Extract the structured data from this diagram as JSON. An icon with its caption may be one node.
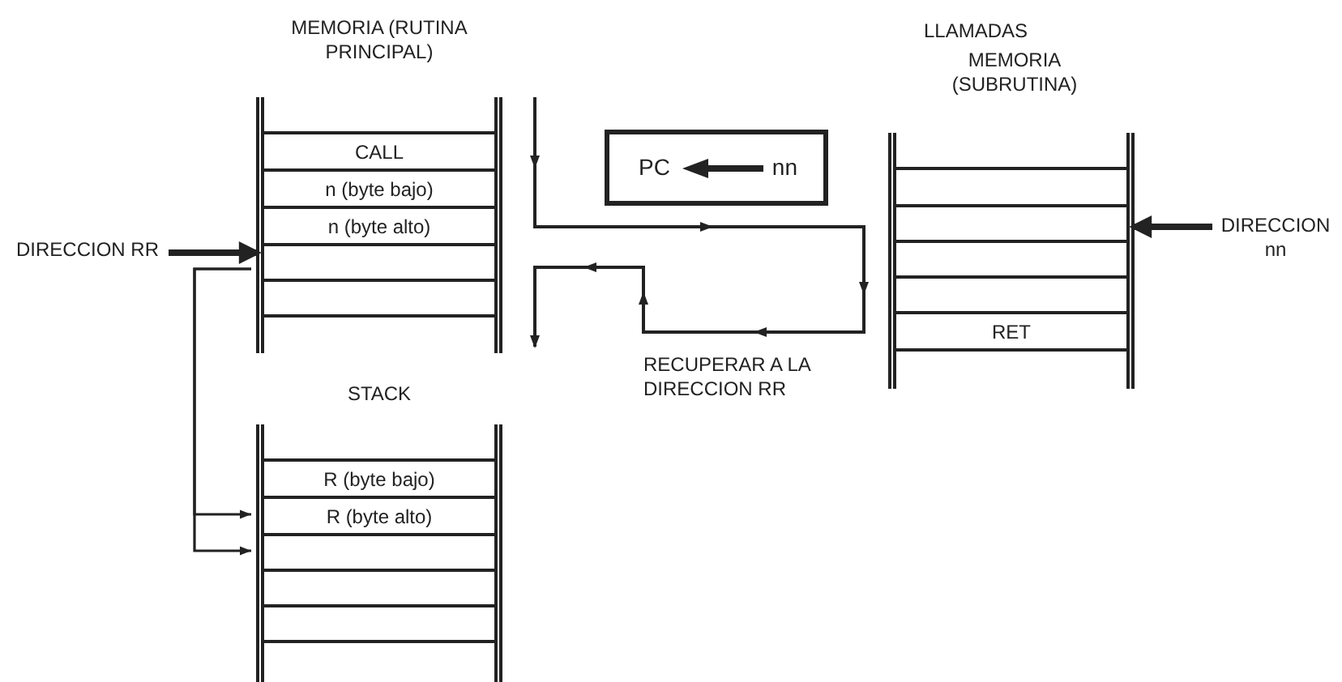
{
  "diagram": {
    "nodes": [
      {
        "text": [
          "MEMORIA (RUTINA PRINCIPAL)"
        ]
      },
      {
        "text": [
          "CALL"
        ],
        "in": 0
      },
      {
        "text": [
          "n (byte bajo)"
        ],
        "in": 0
      },
      {
        "text": [
          "n (byte alto)"
        ],
        "in": 0
      },
      {
        "text": [],
        "shape": "box",
        "in": 0
      },
      {
        "text": [],
        "shape": "box",
        "in": 0
      },
      {
        "text": [
          "PC",
          "nn"
        ]
      },
      {
        "text": [
          "MEMORIA (SUBRUTINA)"
        ]
      },
      {
        "text": [],
        "shape": "box",
        "in": 7
      },
      {
        "text": [],
        "shape": "box",
        "in": 7
      },
      {
        "text": [],
        "shape": "box",
        "in": 7
      },
      {
        "text": [],
        "shape": "box",
        "in": 7
      },
      {
        "text": [
          "RET"
        ],
        "in": 7
      },
      {
        "text": [
          "STACK"
        ]
      },
      {
        "text": [
          "R (byte bajo)"
        ],
        "in": 13
      },
      {
        "text": [
          "R (byte alto)"
        ],
        "in": 13
      },
      {
        "text": [],
        "shape": "box",
        "in": 13
      },
      {
        "text": [],
        "shape": "box",
        "in": 13
      },
      {
        "text": [],
        "shape": "box",
        "in": 13
      },
      {
        "text": [
          "DIRECCION RR"
        ]
      },
      {
        "text": [
          "DIRECCION nn"
        ]
      }
    ],
    "edges": [
      {
        "from": 19,
        "to": 4,
        "arrow": "to",
        "style": "thick"
      },
      {
        "from": 4,
        "to": 15,
        "arrow": "to"
      },
      {
        "from": 4,
        "to": 16,
        "arrow": "to"
      },
      {
        "from": 20,
        "to": 9,
        "arrow": "to",
        "style": "thick"
      }
    ],
    "labels": [
      "LLAMADAS",
      "RECUPERAR A LA DIRECCION RR"
    ]
  }
}
